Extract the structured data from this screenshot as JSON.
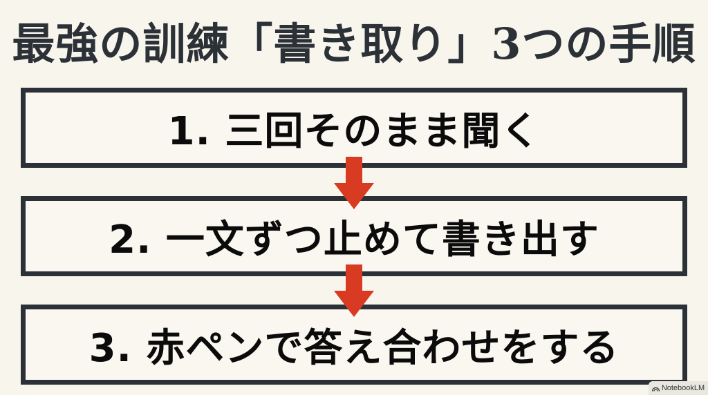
{
  "title": "最強の訓練「書き取り」3つの手順",
  "steps": [
    {
      "label": "1. 三回そのまま聞く"
    },
    {
      "label": "2. 一文ずつ止めて書き出す"
    },
    {
      "label": "3. 赤ペンで答え合わせをする"
    }
  ],
  "arrows": [
    {
      "icon": "down-arrow-icon",
      "color": "#d93a22"
    },
    {
      "icon": "down-arrow-icon",
      "color": "#d93a22"
    }
  ],
  "colors": {
    "background": "#f8f5ec",
    "border": "#2b3137",
    "accent": "#d93a22",
    "text": "#0b0b0b"
  },
  "watermark": {
    "icon": "notebooklm-logo-icon",
    "label": "NotebookLM"
  }
}
